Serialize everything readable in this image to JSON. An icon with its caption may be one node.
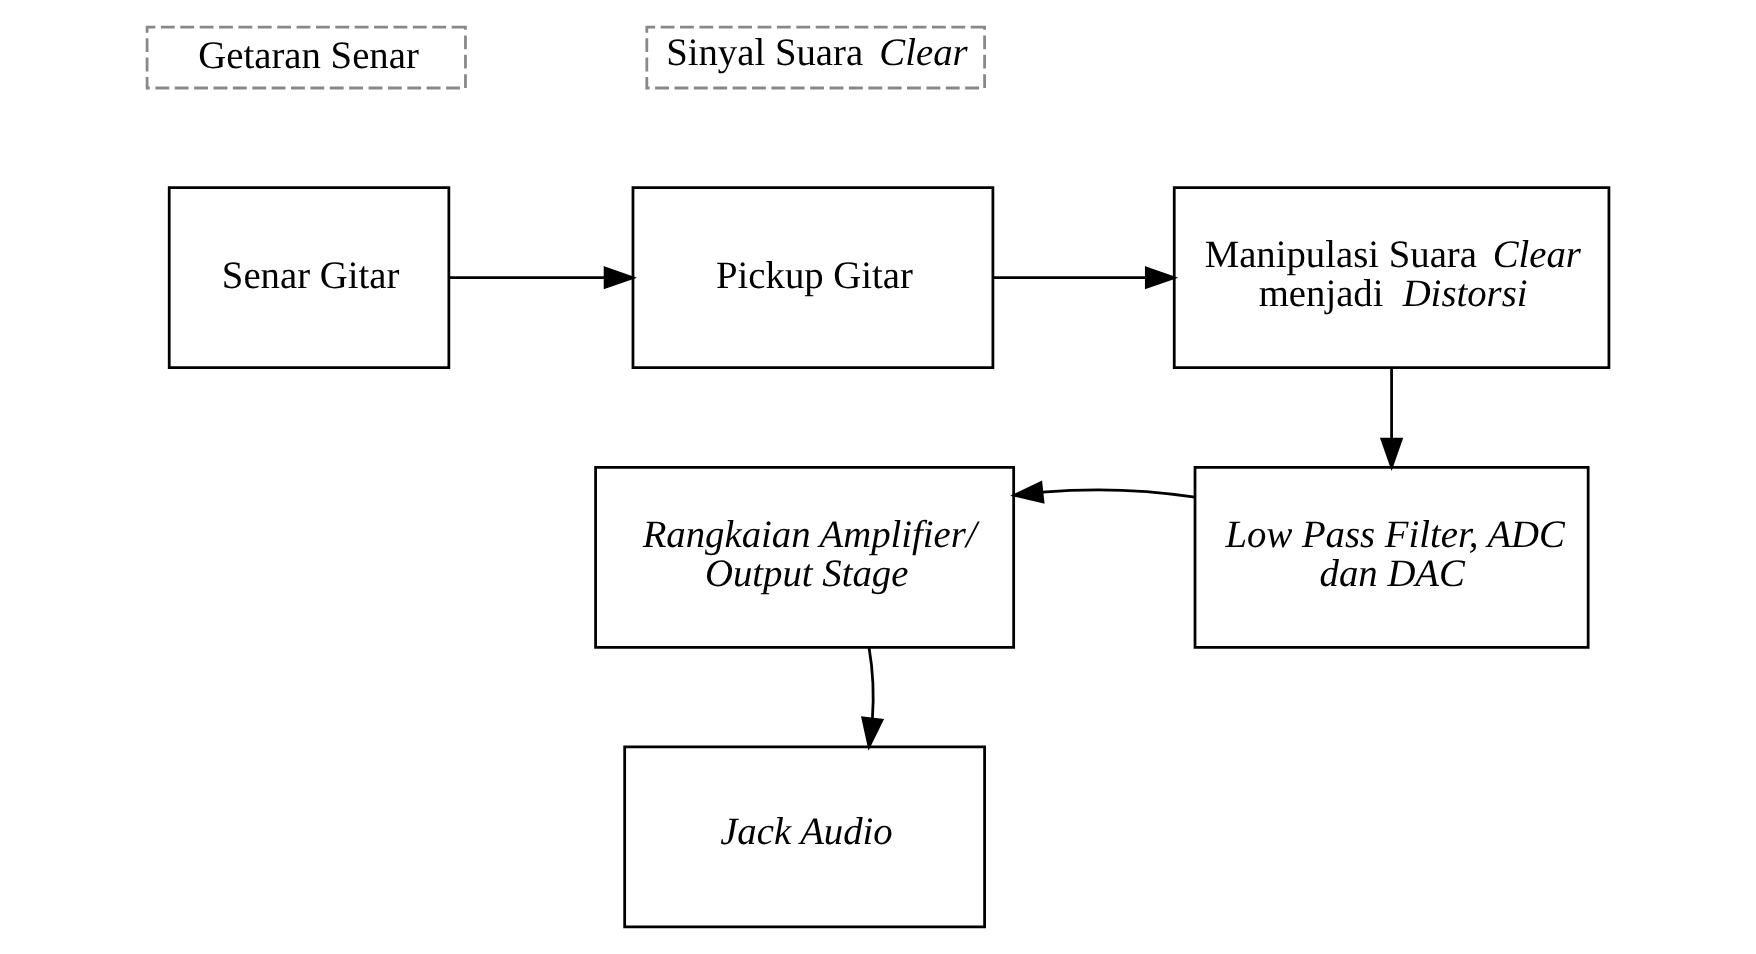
{
  "diagram": {
    "nodes": [
      {
        "text": [
          "Getaran Senar"
        ]
      },
      {
        "text": [
          "Sinyal Suara *Clear*"
        ]
      },
      {
        "text": [
          "Senar Gitar"
        ]
      },
      {
        "text": [
          "Pickup Gitar"
        ]
      },
      {
        "text": [
          "Manipulasi Suara *Clear* menjadi *Distorsi*"
        ]
      },
      {
        "text": [
          "Low Pass Filter, ADC dan DAC"
        ]
      },
      {
        "text": [
          "Rangkaian Amplifier/ Output Stage"
        ]
      },
      {
        "text": [
          "Jack Audio"
        ]
      }
    ],
    "edges": [
      {
        "from": 2,
        "to": 3,
        "arrow": "to"
      },
      {
        "from": 3,
        "to": 4,
        "arrow": "to"
      },
      {
        "from": 4,
        "to": 5,
        "arrow": "to"
      },
      {
        "from": 5,
        "to": 6,
        "arrow": "to"
      },
      {
        "from": 6,
        "to": 7,
        "arrow": "to"
      }
    ]
  }
}
